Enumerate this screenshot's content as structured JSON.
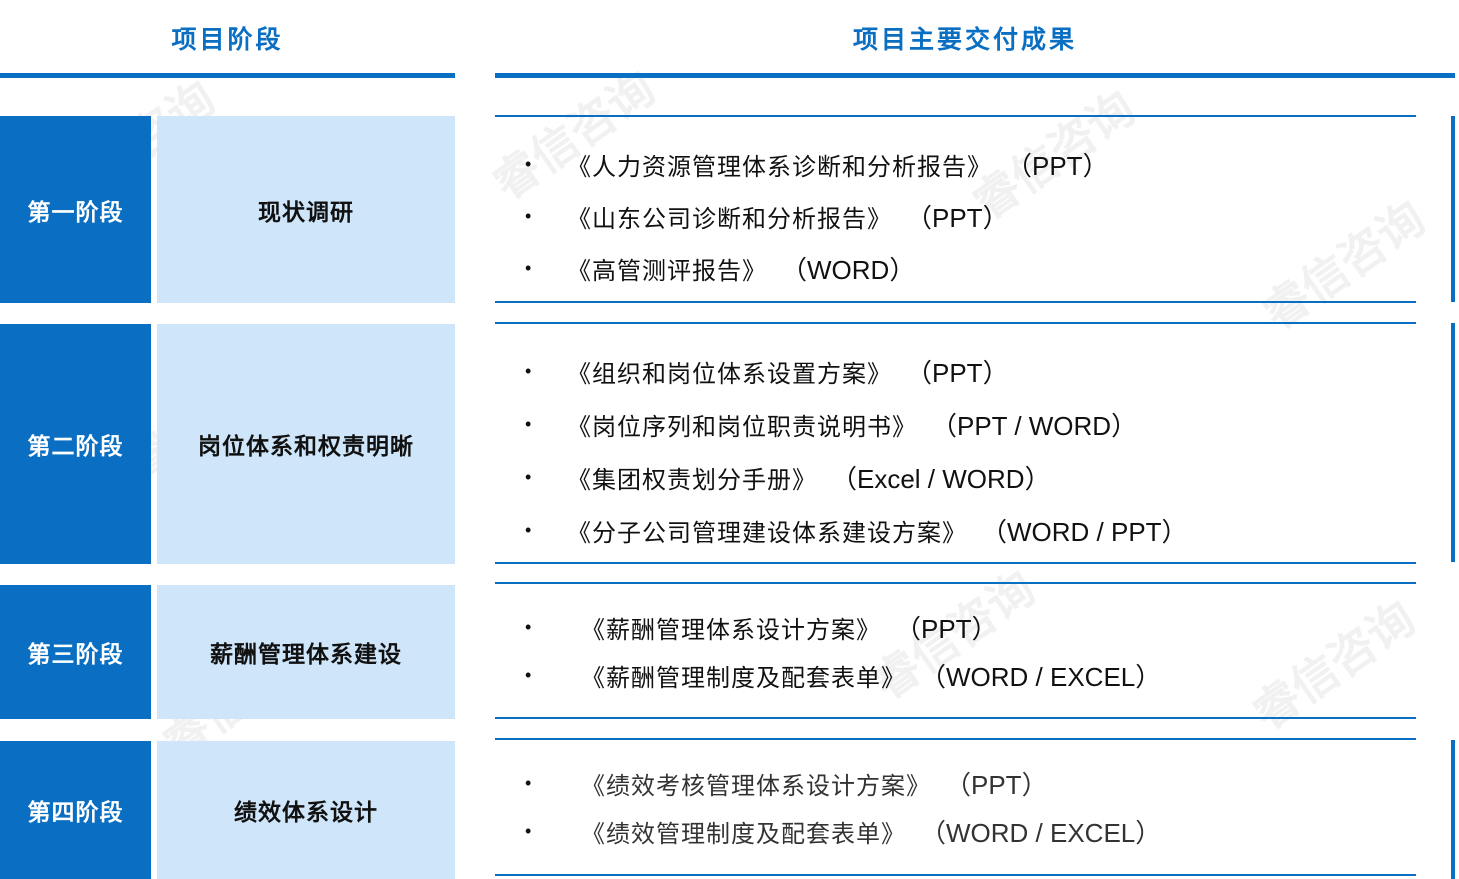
{
  "header": {
    "left_title": "项目阶段",
    "right_title": "项目主要交付成果"
  },
  "stages": [
    {
      "label": "第一阶段",
      "topic": "现状调研",
      "deliverables": [
        {
          "name": "《人力资源管理体系诊断和分析报告》",
          "format": "（PPT）"
        },
        {
          "name": "《山东公司诊断和分析报告》",
          "format": "（PPT）"
        },
        {
          "name": "《高管测评报告》",
          "format": "（WORD）"
        }
      ]
    },
    {
      "label": "第二阶段",
      "topic": "岗位体系和权责明晰",
      "deliverables": [
        {
          "name": "《组织和岗位体系设置方案》",
          "format": "（PPT）"
        },
        {
          "name": "《岗位序列和岗位职责说明书》",
          "format": "（PPT / WORD）"
        },
        {
          "name": "《集团权责划分手册》",
          "format": "（Excel / WORD）"
        },
        {
          "name": "《分子公司管理建设体系建设方案》",
          "format": "（WORD / PPT）"
        }
      ]
    },
    {
      "label": "第三阶段",
      "topic": "薪酬管理体系建设",
      "deliverables": [
        {
          "name": "《薪酬管理体系设计方案》",
          "format": "（PPT）"
        },
        {
          "name": "《薪酬管理制度及配套表单》",
          "format": "（WORD / EXCEL）"
        }
      ]
    },
    {
      "label": "第四阶段",
      "topic": "绩效体系设计",
      "deliverables": [
        {
          "name": "《绩效考核管理体系设计方案》",
          "format": "（PPT）"
        },
        {
          "name": "《绩效管理制度及配套表单》",
          "format": "（WORD / EXCEL）"
        }
      ]
    }
  ],
  "bullet_char": "•",
  "watermark_text": "睿信咨询",
  "colors": {
    "accent": "#0a6fc2",
    "light_panel": "#cfe6fa"
  }
}
